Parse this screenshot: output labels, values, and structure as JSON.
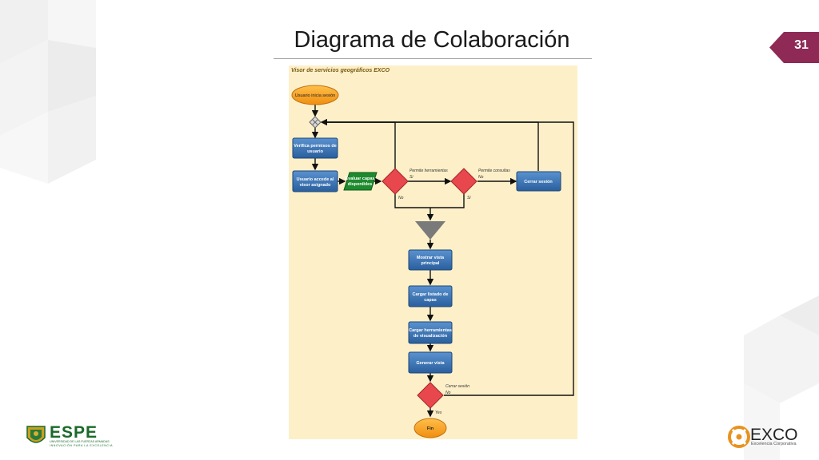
{
  "slide": {
    "title": "Diagrama de Colaboración",
    "page_number": "31"
  },
  "diagram": {
    "pool_title": "Visor de servicios geográficos EXCO",
    "start_event": "Usuario inicia sesión",
    "tasks": {
      "verify": "Verifica permisos de usuario",
      "access": "Usuario accede al visor asignado",
      "evaluate": "Evaluar capas disponibles",
      "close": "Cerrar sesión",
      "main_view": "Mostrar vista principal",
      "load_layers": "Cargar listado de capas",
      "load_tools": "Cargar herramientas de visualización",
      "generate": "Generar vista"
    },
    "end_event": "Fin",
    "flow_labels": {
      "allow_tools": "Permite herramientas",
      "allow_queries": "Permite consultas",
      "close_session": "Cerrar sesión",
      "si_1": "Si",
      "no_1": "No",
      "no_2": "No",
      "si_2": "Si",
      "no_3": "No",
      "yes": "Yes"
    }
  },
  "logos": {
    "left": {
      "word": "ESPE",
      "line1": "UNIVERSIDAD DE LAS FUERZAS ARMADAS",
      "line2": "INNOVACIÓN PARA LA EXCELENCIA"
    },
    "right": {
      "word": "EXCO",
      "tagline": "Excelencia Corporativa"
    }
  },
  "colors": {
    "accent": "#8e2a55",
    "pool_bg": "#fdf0c9",
    "task_blue": "#3a74b3",
    "gateway_red": "#e8474d",
    "event_orange": "#f7a21b",
    "data_green": "#1e8a2e"
  }
}
